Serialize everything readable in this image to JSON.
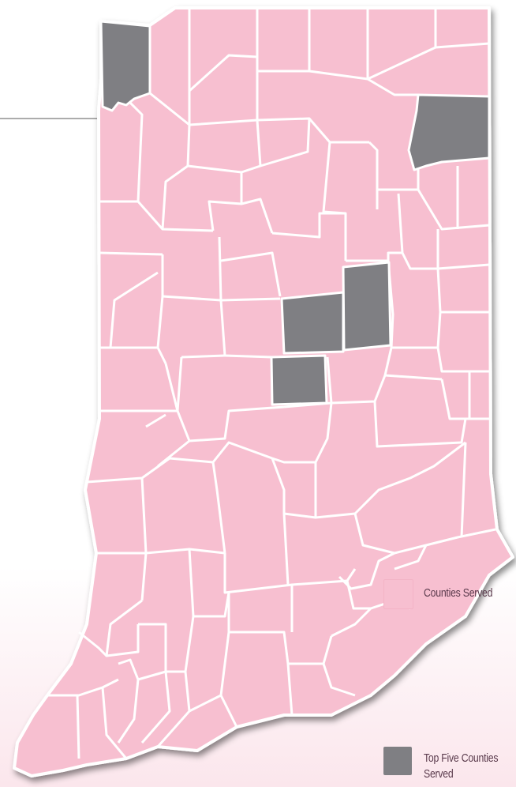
{
  "map": {
    "region": "Indiana",
    "colors": {
      "served": "#f7bfd0",
      "top_five": "#7f7f83",
      "border": "#ffffff"
    }
  },
  "legend": {
    "served_label": "Counties Served",
    "top_five_label_line1": "Top Five Counties",
    "top_five_label_line2": "Served"
  }
}
